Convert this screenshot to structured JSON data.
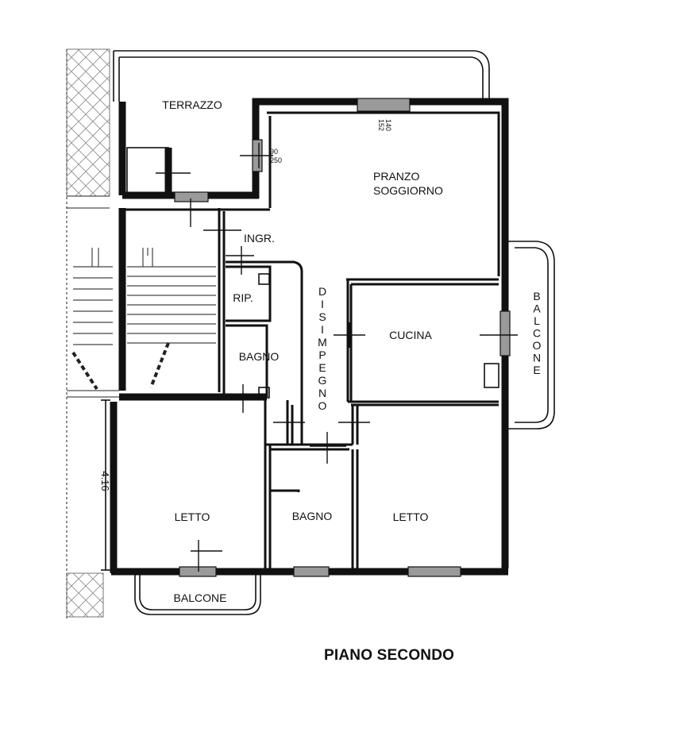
{
  "title": "PIANO SECONDO",
  "rooms": {
    "terrazzo": "TERRAZZO",
    "pranzo_line1": "PRANZO",
    "pranzo_line2": "SOGGIORNO",
    "ingresso": "INGR.",
    "ripostiglio": "RIP.",
    "bagno_1": "BAGNO",
    "disimpegno": "DISIMPEGNO",
    "cucina": "CUCINA",
    "balcone_east": "BALCONE",
    "letto_1": "LETTO",
    "bagno_2": "BAGNO",
    "letto_2": "LETTO",
    "balcone_south": "BALCONE"
  },
  "window_dims": {
    "pranzo_a": "140",
    "pranzo_b": "152",
    "terrazzo_a": "90",
    "terrazzo_b": "250"
  },
  "dimension": "4.16"
}
